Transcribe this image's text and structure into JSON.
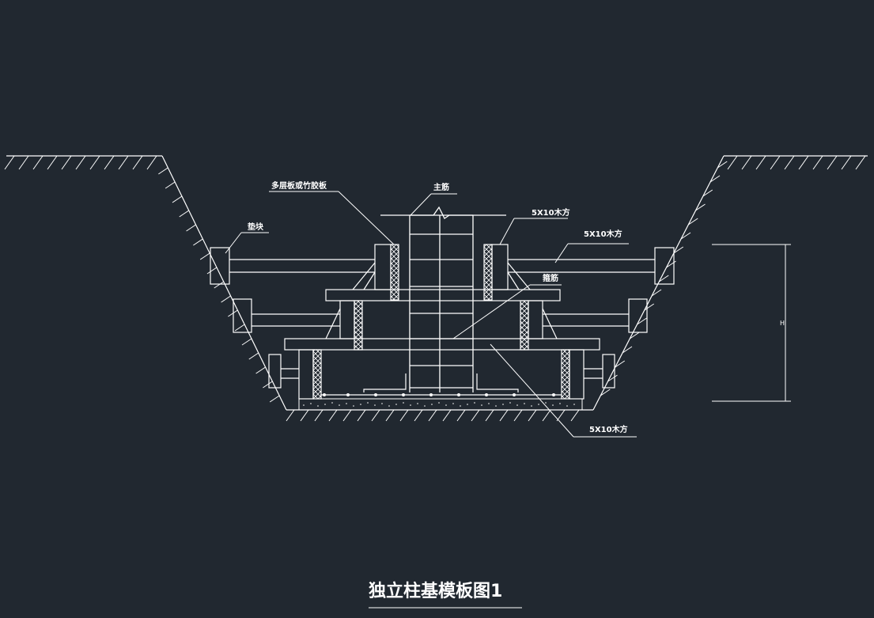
{
  "colors": {
    "background": "#212830",
    "line": "#ffffff"
  },
  "labels": {
    "plywood": "多层板或竹胶板",
    "main_rebar": "主筋",
    "pad_block": "垫块",
    "timber_top_right": "5X10木方",
    "timber_mid_right": "5X10木方",
    "stirrup": "箍筋",
    "timber_bottom": "5X10木方",
    "dimension_h": "H"
  },
  "title": "独立柱基模板图1"
}
